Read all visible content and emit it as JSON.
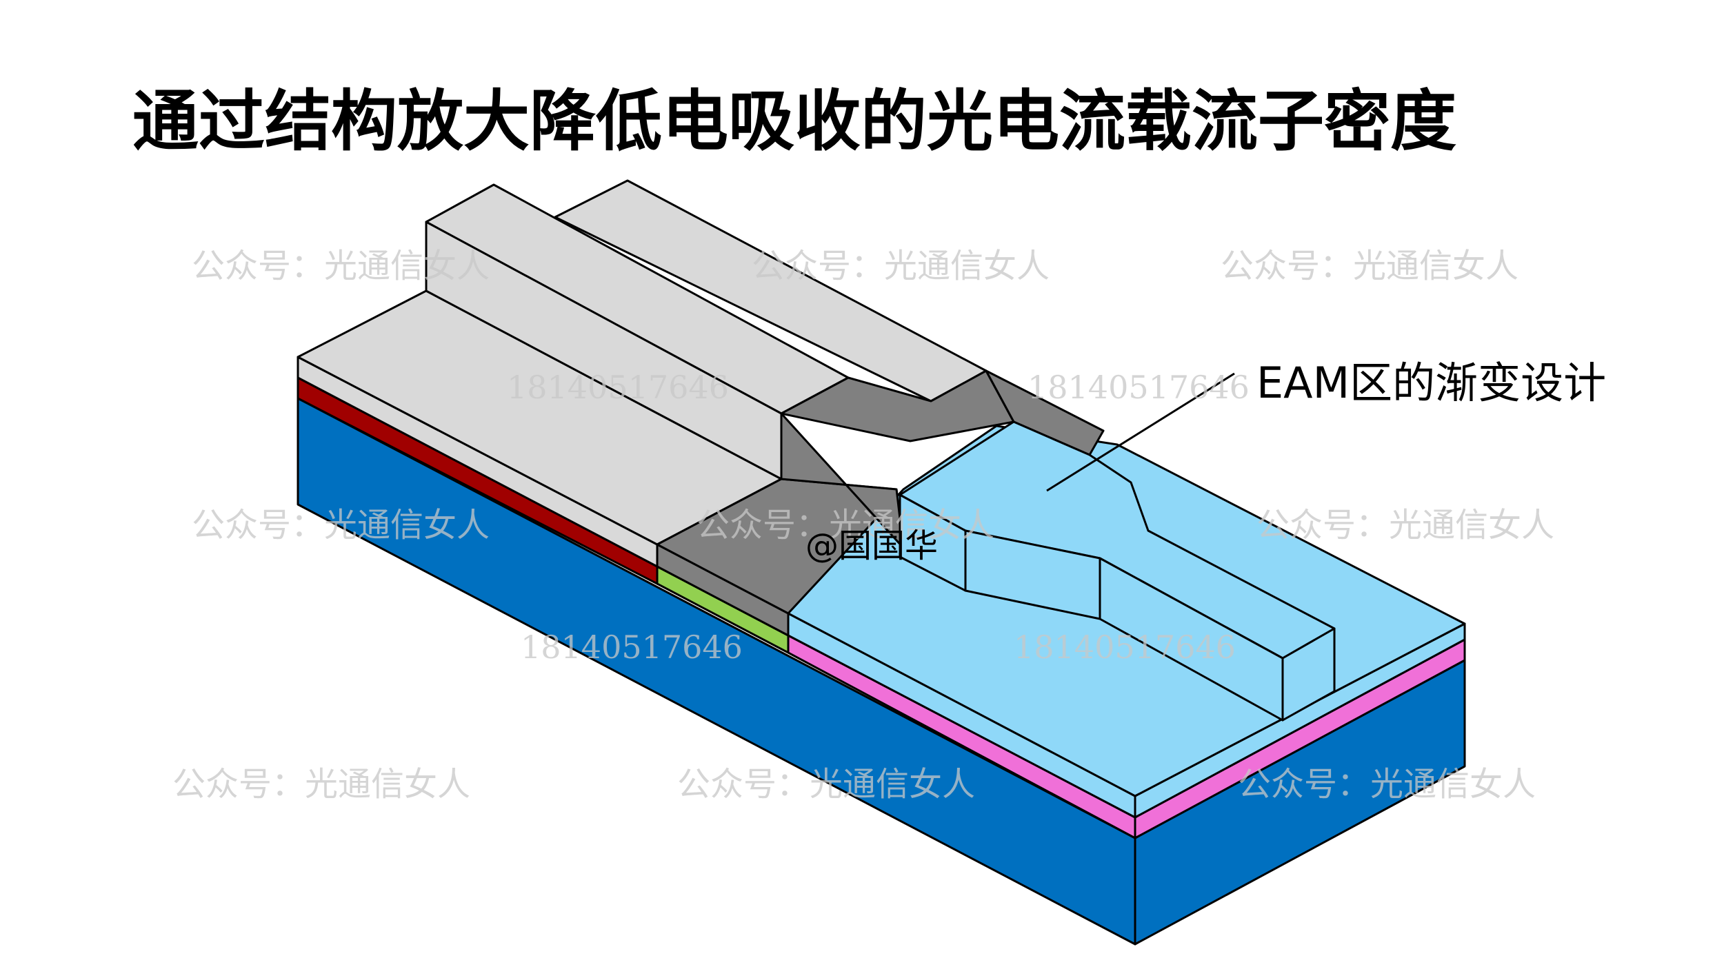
{
  "title": "通过结构放大降低电吸收的光电流载流子密度",
  "callout_label": "EAM区的渐变设计",
  "author_tag": "@国国华",
  "watermarks": {
    "name_text": "公众号：光通信女人",
    "number_text": "18140517646"
  },
  "colors": {
    "substrate_blue": "#0070c0",
    "eam_light_blue": "#8fd8f8",
    "laser_gray": "#d9d9d9",
    "transition_dark_gray": "#808080",
    "red_layer": "#a00000",
    "green_layer": "#92d050",
    "pink_layer": "#f070d8"
  }
}
